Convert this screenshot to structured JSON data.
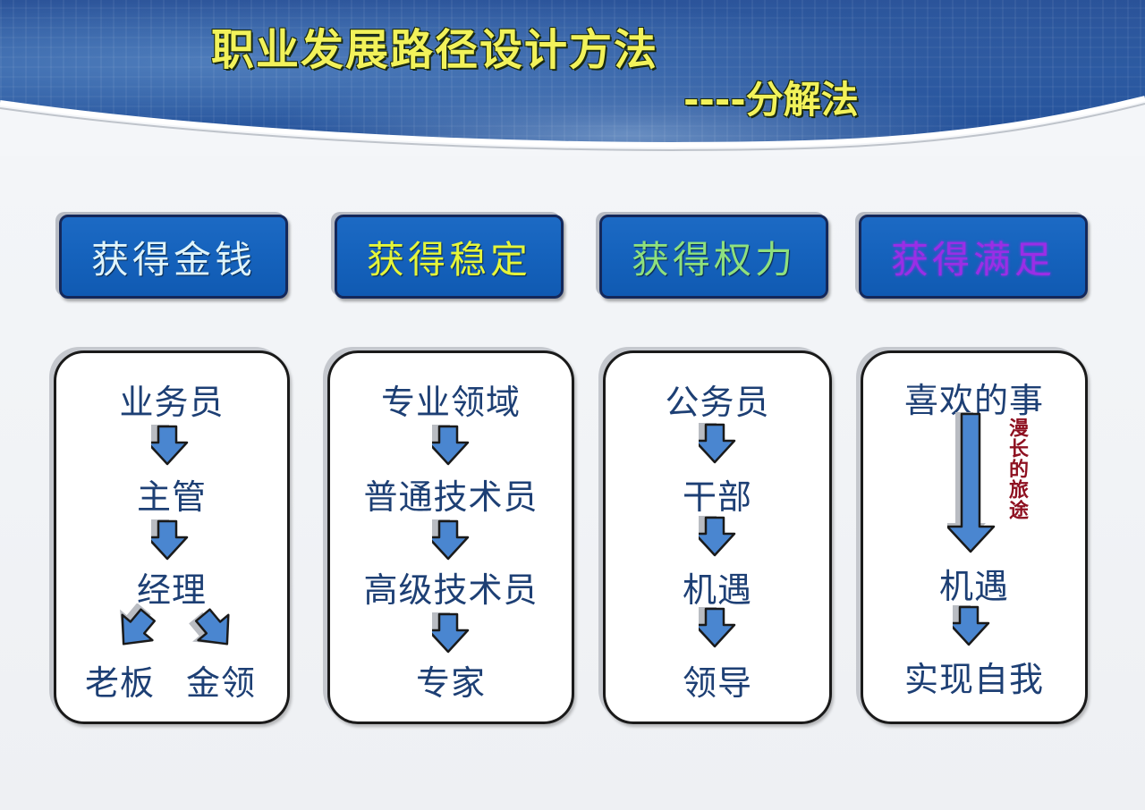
{
  "header": {
    "title": "职业发展路径设计方法",
    "subtitle": "----分解法"
  },
  "colors": {
    "title": "#f2f25a",
    "category_bg": "#1562bc",
    "node_text": "#1d3f74",
    "arrow_fill": "#4a86d0",
    "journey_text": "#8e1020"
  },
  "categories": [
    {
      "label": "获得金钱",
      "color": "#dff4fa"
    },
    {
      "label": "获得稳定",
      "color": "#e4f53a"
    },
    {
      "label": "获得权力",
      "color": "#8ee07e"
    },
    {
      "label": "获得满足",
      "color": "#9a2ee6"
    }
  ],
  "paths": [
    {
      "nodes": [
        "业务员",
        "主管",
        "经理"
      ],
      "branches": [
        "老板",
        "金领"
      ]
    },
    {
      "nodes": [
        "专业领域",
        "普通技术员",
        "高级技术员",
        "专家"
      ]
    },
    {
      "nodes": [
        "公务员",
        "干部",
        "机遇",
        "领导"
      ]
    },
    {
      "nodes": [
        "喜欢的事",
        "机遇",
        "实现自我"
      ],
      "annotation": "漫长的旅途"
    }
  ],
  "icons": {
    "flow_arrow": "down-arrow-icon",
    "branch_left": "down-left-arrow-icon",
    "branch_right": "down-right-arrow-icon",
    "long_arrow": "long-down-arrow-icon"
  }
}
